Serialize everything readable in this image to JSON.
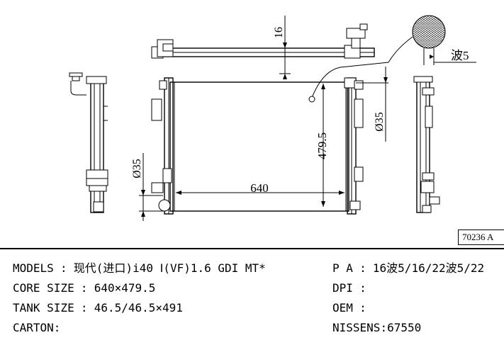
{
  "dimensions": {
    "top_gap": "16",
    "wave_label": "波5",
    "height": "479.5",
    "pipe_right": "Ø35",
    "pipe_left": "Ø35",
    "width": "640"
  },
  "part_code": "70236 A",
  "specs": {
    "left": [
      {
        "label": "MODELS",
        "value": "现代(进口)i40 Ⅰ(VF)1.6 GDI MT*"
      },
      {
        "label": "CORE SIZE",
        "value": "640×479.5"
      },
      {
        "label": "TANK SIZE",
        "value": "46.5/46.5×491"
      },
      {
        "label": "CARTON",
        "value": ""
      }
    ],
    "right": [
      {
        "label": "P A",
        "value": "16波5/16/22波5/22"
      },
      {
        "label": "DPI",
        "value": ""
      },
      {
        "label": "OEM",
        "value": ""
      },
      {
        "label": "NISSENS",
        "value": "67550"
      }
    ]
  }
}
